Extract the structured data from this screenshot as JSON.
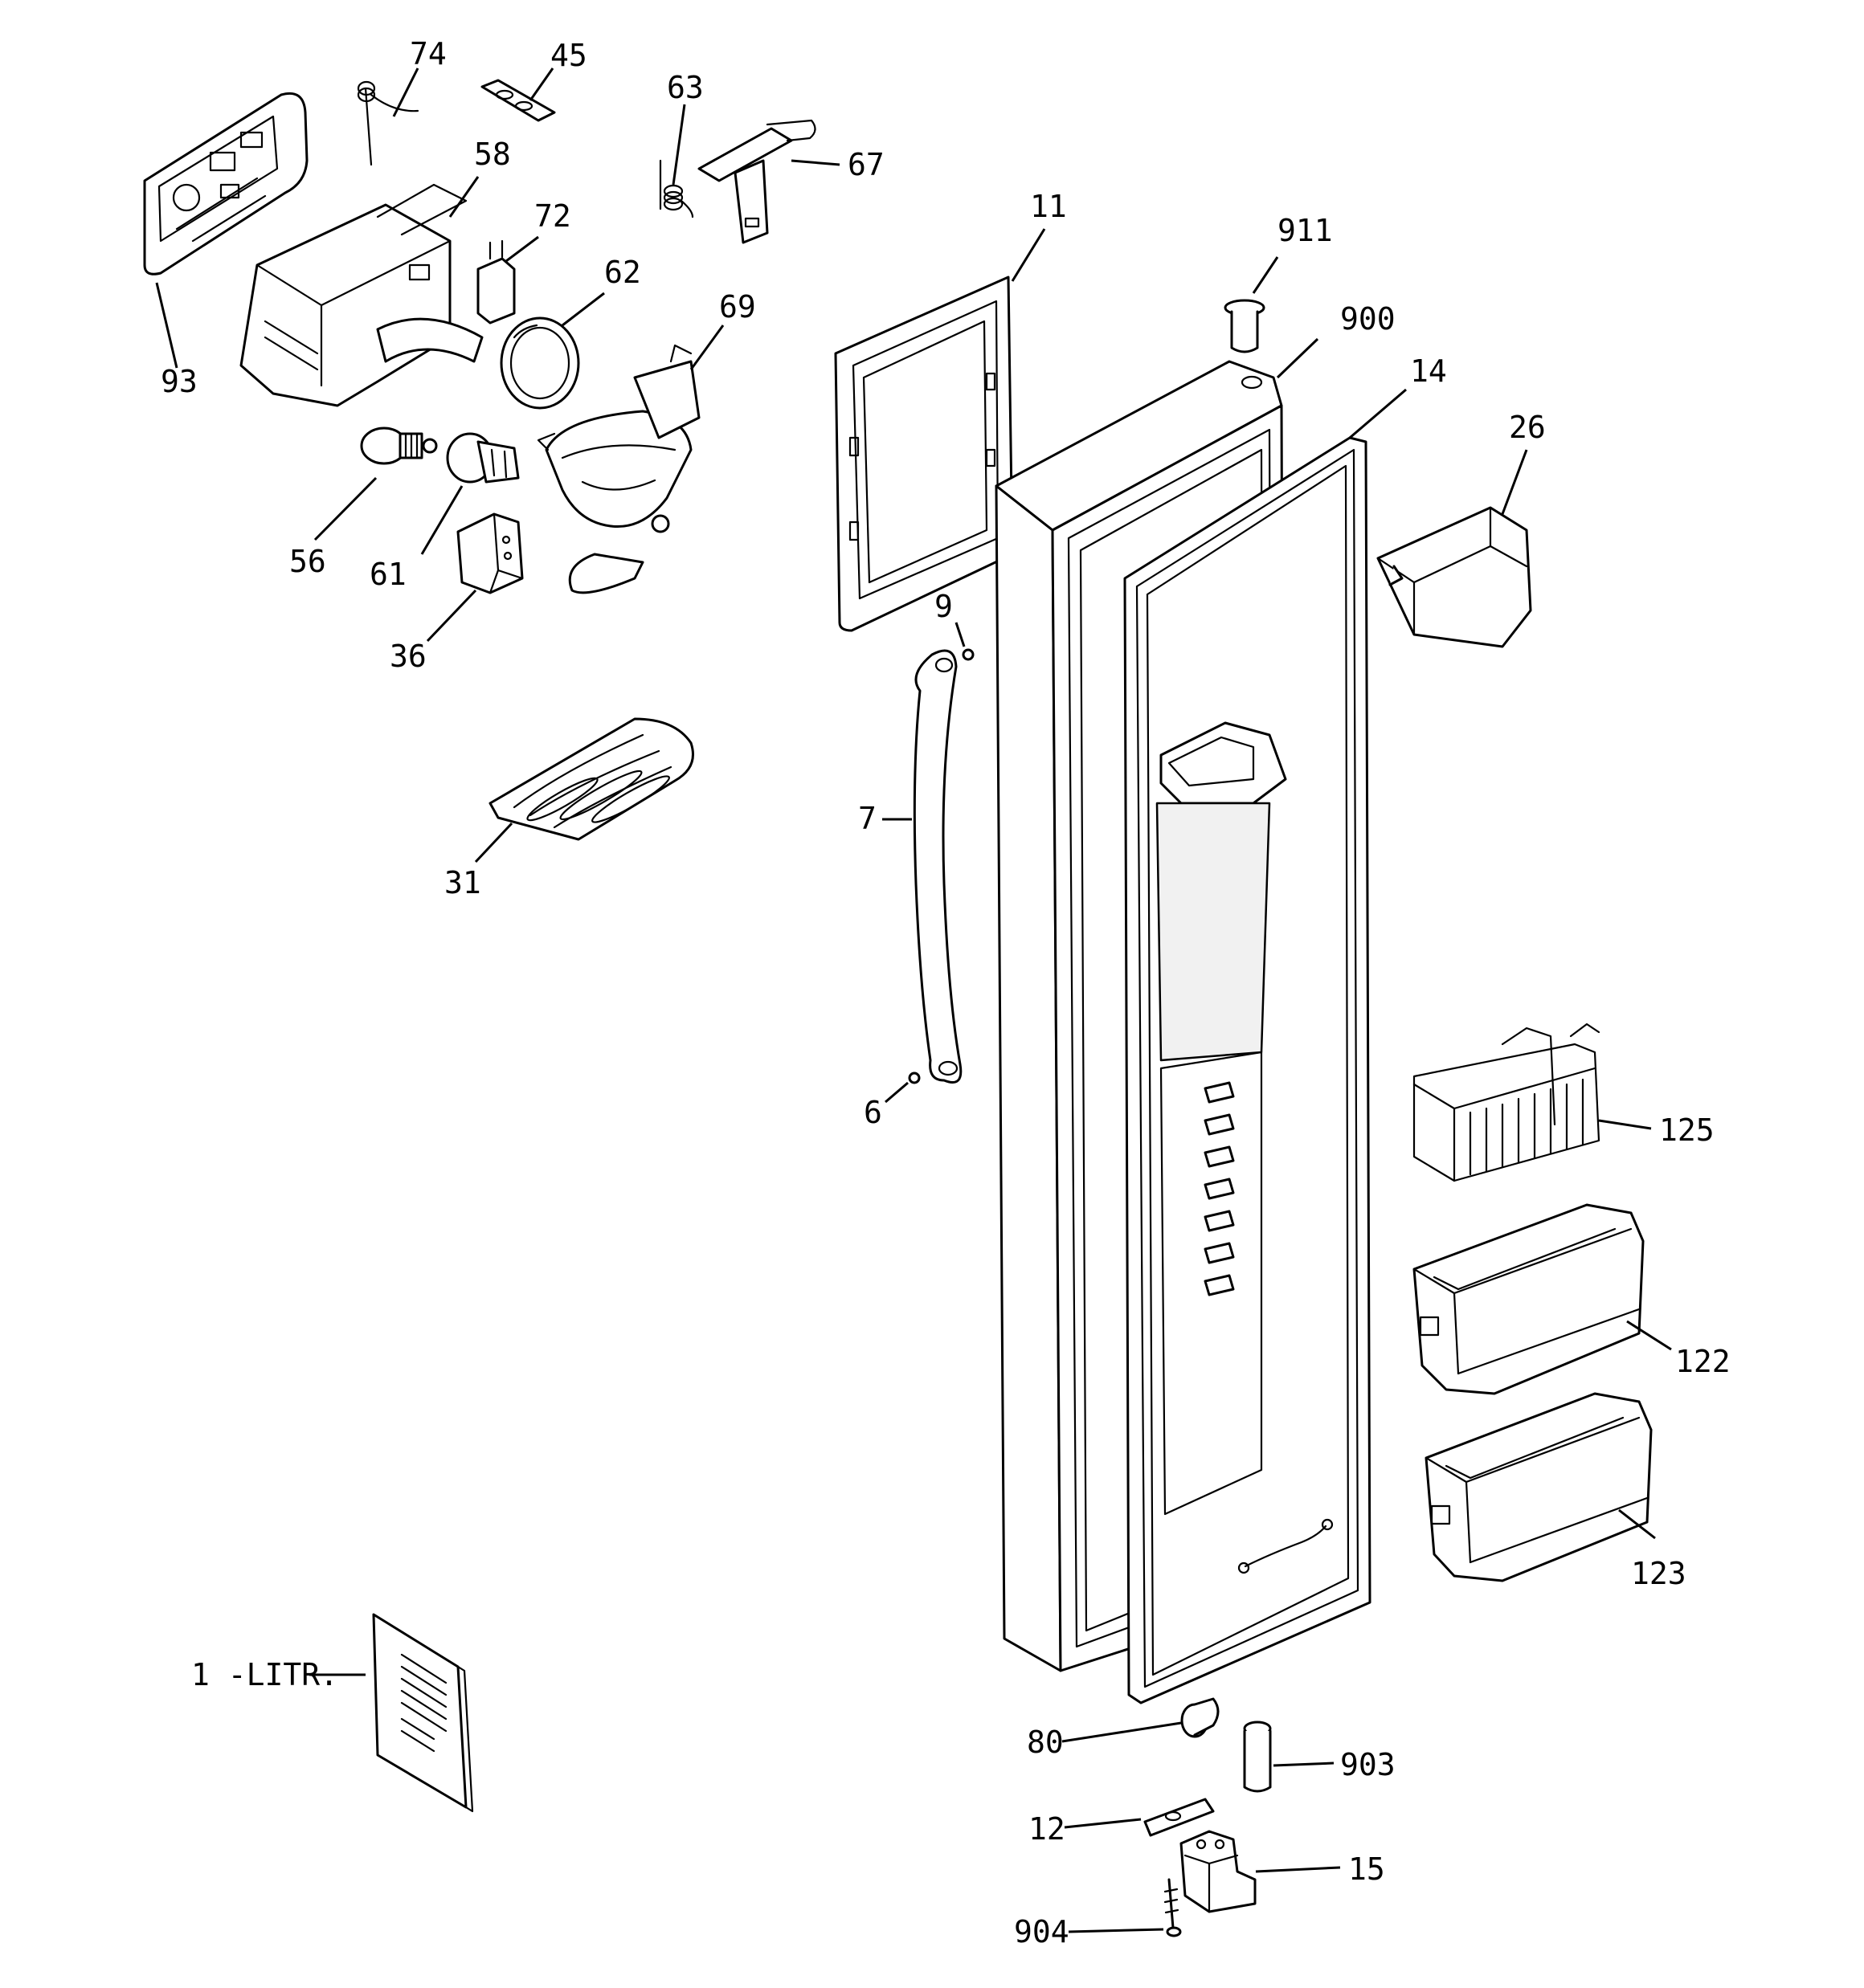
{
  "diagram": {
    "type": "exploded-parts-diagram",
    "callouts": {
      "p74": "74",
      "p45": "45",
      "p63": "63",
      "p67": "67",
      "p58": "58",
      "p72": "72",
      "p62": "62",
      "p69": "69",
      "p93": "93",
      "p56": "56",
      "p61": "61",
      "p36": "36",
      "p31": "31",
      "p11": "11",
      "p911": "911",
      "p900": "900",
      "p14": "14",
      "p26": "26",
      "p9": "9",
      "p7": "7",
      "p6": "6",
      "p125": "125",
      "p122": "122",
      "p123": "123",
      "p1": "1 -LITR.",
      "p80": "80",
      "p903": "903",
      "p12": "12",
      "p15": "15",
      "p904": "904"
    }
  }
}
